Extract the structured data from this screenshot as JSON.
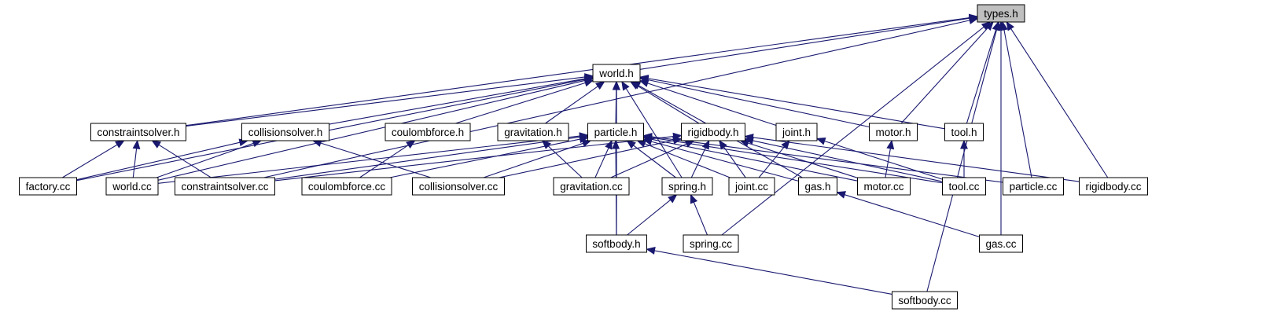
{
  "graph": {
    "nodes": [
      {
        "id": "types_h",
        "label": "types.h",
        "root": true
      },
      {
        "id": "world_h",
        "label": "world.h"
      },
      {
        "id": "constraintsolver_h",
        "label": "constraintsolver.h"
      },
      {
        "id": "collisionsolver_h",
        "label": "collisionsolver.h"
      },
      {
        "id": "coulombforce_h",
        "label": "coulombforce.h"
      },
      {
        "id": "gravitation_h",
        "label": "gravitation.h"
      },
      {
        "id": "particle_h",
        "label": "particle.h"
      },
      {
        "id": "rigidbody_h",
        "label": "rigidbody.h"
      },
      {
        "id": "joint_h",
        "label": "joint.h"
      },
      {
        "id": "motor_h",
        "label": "motor.h"
      },
      {
        "id": "tool_h",
        "label": "tool.h"
      },
      {
        "id": "factory_cc",
        "label": "factory.cc"
      },
      {
        "id": "world_cc",
        "label": "world.cc"
      },
      {
        "id": "constraintsolver_cc",
        "label": "constraintsolver.cc"
      },
      {
        "id": "coulombforce_cc",
        "label": "coulombforce.cc"
      },
      {
        "id": "collisionsolver_cc",
        "label": "collisionsolver.cc"
      },
      {
        "id": "gravitation_cc",
        "label": "gravitation.cc"
      },
      {
        "id": "spring_h",
        "label": "spring.h"
      },
      {
        "id": "joint_cc",
        "label": "joint.cc"
      },
      {
        "id": "gas_h",
        "label": "gas.h"
      },
      {
        "id": "motor_cc",
        "label": "motor.cc"
      },
      {
        "id": "tool_cc",
        "label": "tool.cc"
      },
      {
        "id": "particle_cc",
        "label": "particle.cc"
      },
      {
        "id": "rigidbody_cc",
        "label": "rigidbody.cc"
      },
      {
        "id": "softbody_h",
        "label": "softbody.h"
      },
      {
        "id": "spring_cc",
        "label": "spring.cc"
      },
      {
        "id": "gas_cc",
        "label": "gas.cc"
      },
      {
        "id": "softbody_cc",
        "label": "softbody.cc"
      }
    ],
    "edges": [
      [
        "world_h",
        "types_h"
      ],
      [
        "constraintsolver_h",
        "types_h"
      ],
      [
        "constraintsolver_cc",
        "types_h"
      ],
      [
        "motor_h",
        "types_h"
      ],
      [
        "tool_h",
        "types_h"
      ],
      [
        "particle_cc",
        "types_h"
      ],
      [
        "rigidbody_cc",
        "types_h"
      ],
      [
        "spring_cc",
        "types_h"
      ],
      [
        "gas_cc",
        "types_h"
      ],
      [
        "softbody_cc",
        "types_h"
      ],
      [
        "constraintsolver_h",
        "world_h"
      ],
      [
        "collisionsolver_h",
        "world_h"
      ],
      [
        "coulombforce_h",
        "world_h"
      ],
      [
        "gravitation_h",
        "world_h"
      ],
      [
        "particle_h",
        "world_h"
      ],
      [
        "rigidbody_h",
        "world_h"
      ],
      [
        "joint_h",
        "world_h"
      ],
      [
        "motor_h",
        "world_h"
      ],
      [
        "tool_h",
        "world_h"
      ],
      [
        "factory_cc",
        "world_h"
      ],
      [
        "world_cc",
        "world_h"
      ],
      [
        "spring_h",
        "world_h"
      ],
      [
        "gas_h",
        "world_h"
      ],
      [
        "softbody_h",
        "world_h"
      ],
      [
        "factory_cc",
        "constraintsolver_h"
      ],
      [
        "world_cc",
        "constraintsolver_h"
      ],
      [
        "constraintsolver_cc",
        "constraintsolver_h"
      ],
      [
        "factory_cc",
        "collisionsolver_h"
      ],
      [
        "world_cc",
        "collisionsolver_h"
      ],
      [
        "collisionsolver_cc",
        "collisionsolver_h"
      ],
      [
        "coulombforce_cc",
        "coulombforce_h"
      ],
      [
        "gravitation_cc",
        "gravitation_h"
      ],
      [
        "constraintsolver_cc",
        "particle_h"
      ],
      [
        "world_cc",
        "particle_h"
      ],
      [
        "coulombforce_cc",
        "particle_h"
      ],
      [
        "collisionsolver_cc",
        "particle_h"
      ],
      [
        "gravitation_cc",
        "particle_h"
      ],
      [
        "spring_h",
        "particle_h"
      ],
      [
        "joint_cc",
        "particle_h"
      ],
      [
        "gas_h",
        "particle_h"
      ],
      [
        "motor_cc",
        "particle_h"
      ],
      [
        "tool_cc",
        "particle_h"
      ],
      [
        "particle_cc",
        "particle_h"
      ],
      [
        "softbody_h",
        "particle_h"
      ],
      [
        "constraintsolver_cc",
        "rigidbody_h"
      ],
      [
        "collisionsolver_cc",
        "rigidbody_h"
      ],
      [
        "gravitation_cc",
        "rigidbody_h"
      ],
      [
        "spring_h",
        "rigidbody_h"
      ],
      [
        "joint_cc",
        "rigidbody_h"
      ],
      [
        "motor_cc",
        "rigidbody_h"
      ],
      [
        "tool_cc",
        "rigidbody_h"
      ],
      [
        "rigidbody_cc",
        "rigidbody_h"
      ],
      [
        "joint_cc",
        "joint_h"
      ],
      [
        "tool_cc",
        "joint_h"
      ],
      [
        "motor_cc",
        "motor_h"
      ],
      [
        "tool_cc",
        "tool_h"
      ],
      [
        "softbody_h",
        "spring_h"
      ],
      [
        "spring_cc",
        "spring_h"
      ],
      [
        "gas_cc",
        "gas_h"
      ],
      [
        "softbody_cc",
        "softbody_h"
      ]
    ]
  }
}
